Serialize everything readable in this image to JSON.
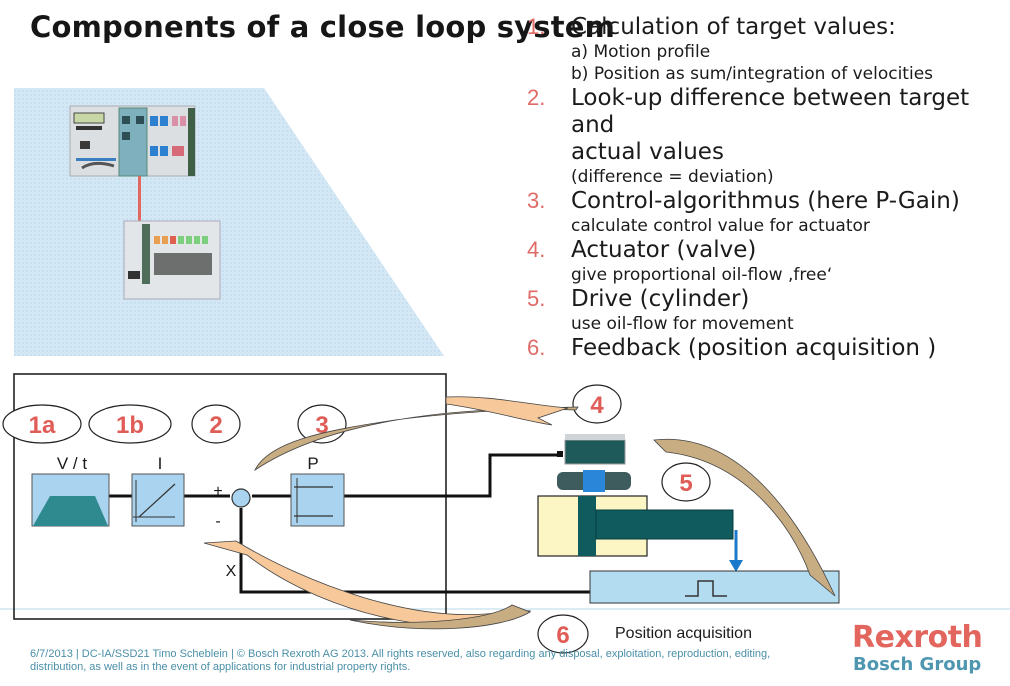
{
  "title": "Components of a close loop system",
  "steps": [
    {
      "num": "1.",
      "text": "Calculation of target values:",
      "subs": [
        "a) Motion profile",
        "b) Position as sum/integration of velocities"
      ]
    },
    {
      "num": "2.",
      "text": "Look-up difference between target and actual values",
      "text_line1": "Look-up difference between target and",
      "text_line2": "actual values",
      "subs": [
        "(difference = deviation)"
      ]
    },
    {
      "num": "3.",
      "text": "Control-algorithmus (here P-Gain)",
      "subs": [
        "calculate control value for  actuator"
      ]
    },
    {
      "num": "4.",
      "text": "Actuator (valve)",
      "subs": [
        "give proportional oil-flow ‚free‘"
      ]
    },
    {
      "num": "5.",
      "text": "Drive (cylinder)",
      "subs": [
        "use oil-flow for movement"
      ]
    },
    {
      "num": "6.",
      "text": "Feedback (position acquisition )",
      "subs": []
    }
  ],
  "diagram": {
    "callouts": {
      "c1a": "1a",
      "c1b": "1b",
      "c2": "2",
      "c3": "3",
      "c4": "4",
      "c5": "5",
      "c6": "6"
    },
    "blocks": {
      "profile_label": "V / t",
      "integrator_label": "I",
      "gain_label": "P"
    },
    "summing": {
      "plus": "+",
      "minus": "-"
    },
    "feedback_label": "X",
    "position_acquisition_label": "Position acquisition",
    "colors": {
      "callout_text": "#e05c57",
      "block_fill": "#a9d3ee",
      "profile_fill": "#2f8a8f",
      "cylinder_fill": "#fbf6c4",
      "piston_fill": "#0f5b5e",
      "arrow_light": "#f6c89a",
      "arrow_dark": "#c8ac82",
      "sensor_fill": "#b4dcf1",
      "signal_arrow": "#1c78c8"
    }
  },
  "footer": {
    "line1": "6/7/2013 | DC-IA/SSD21 Timo Scheblein | © Bosch Rexroth AG 2013. All rights reserved, also regarding any disposal, exploitation, reproduction, editing,",
    "line2": "distribution, as well as in the event of applications for industrial property rights."
  },
  "logo": {
    "brand": "Rexroth",
    "group": "Bosch Group",
    "brand_color": "#e2665d",
    "group_color": "#4f97b1"
  },
  "accent_color": "#e06a66"
}
